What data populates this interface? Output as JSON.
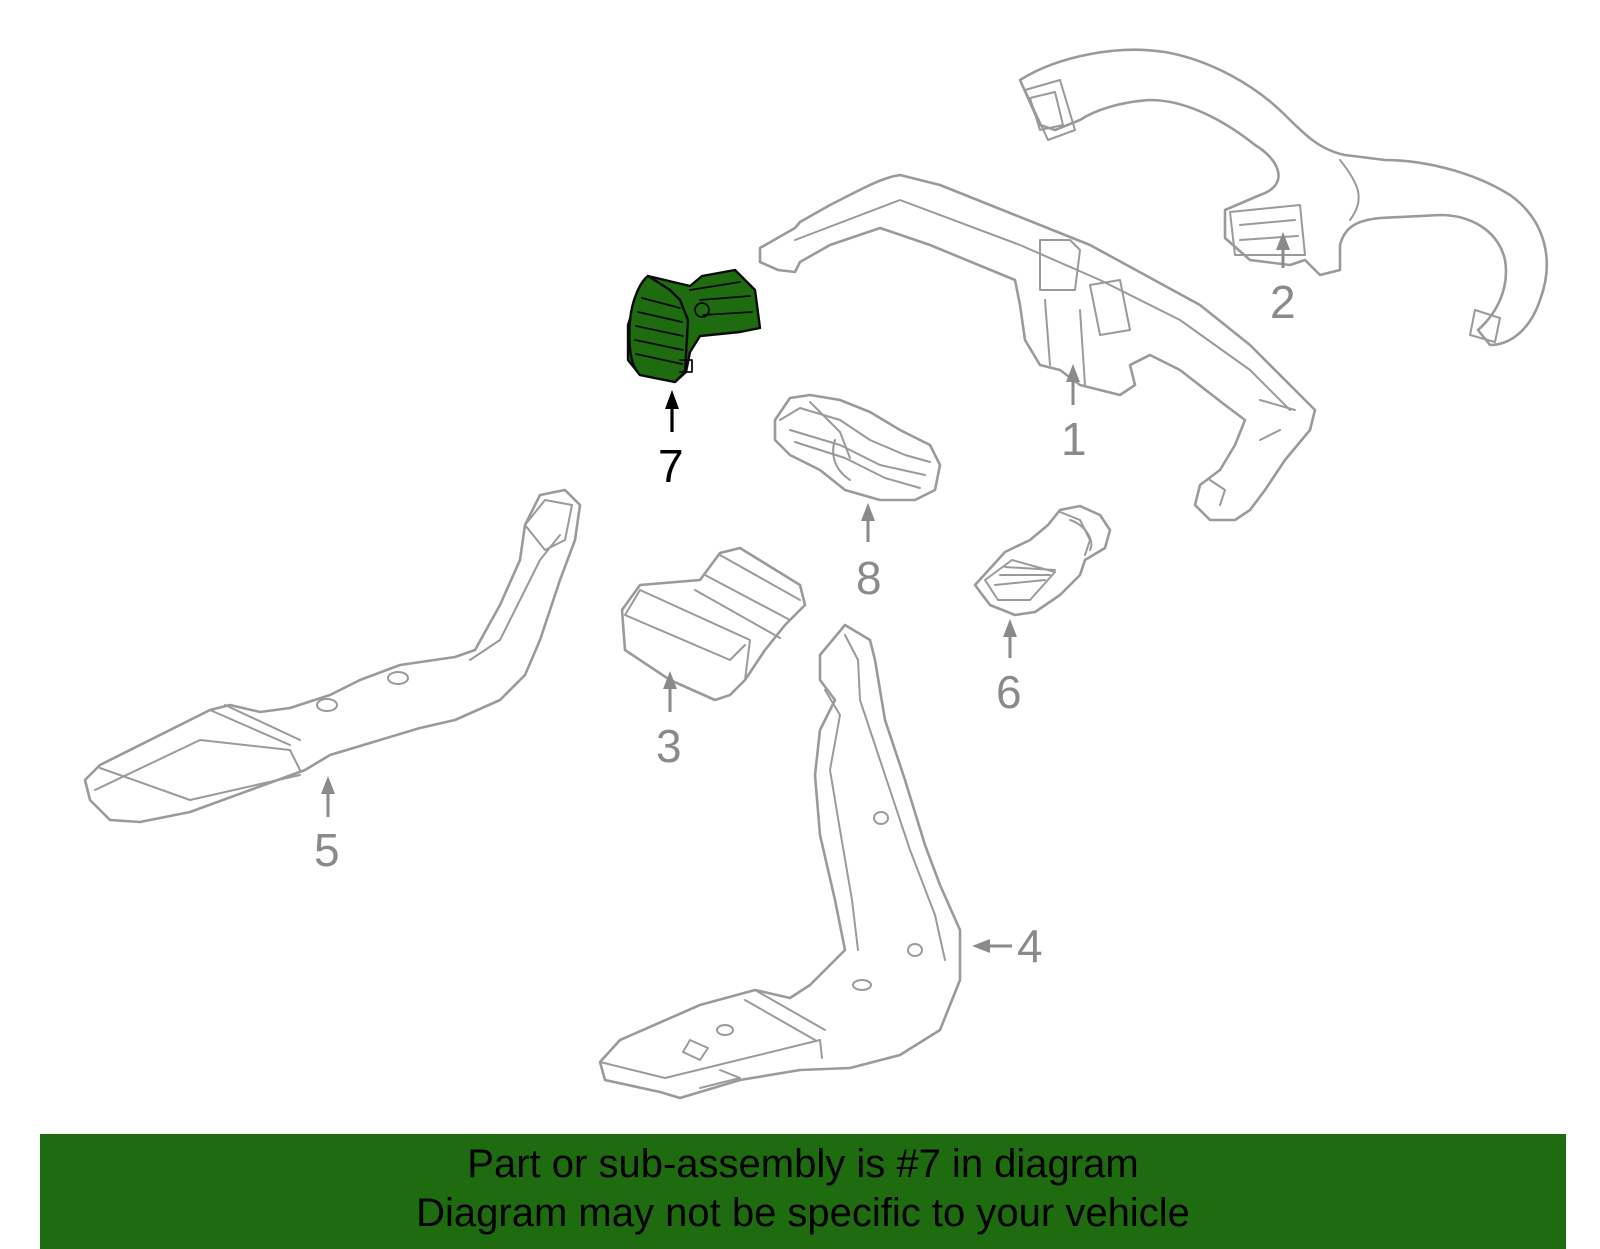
{
  "highlight_color": "#1f6b10",
  "callouts": {
    "c1": "1",
    "c2": "2",
    "c3": "3",
    "c4": "4",
    "c5": "5",
    "c6": "6",
    "c7": "7",
    "c8": "8"
  },
  "banner": {
    "line1": "Part or sub-assembly is #7 in diagram",
    "line2": "Diagram may not be specific to your vehicle"
  }
}
